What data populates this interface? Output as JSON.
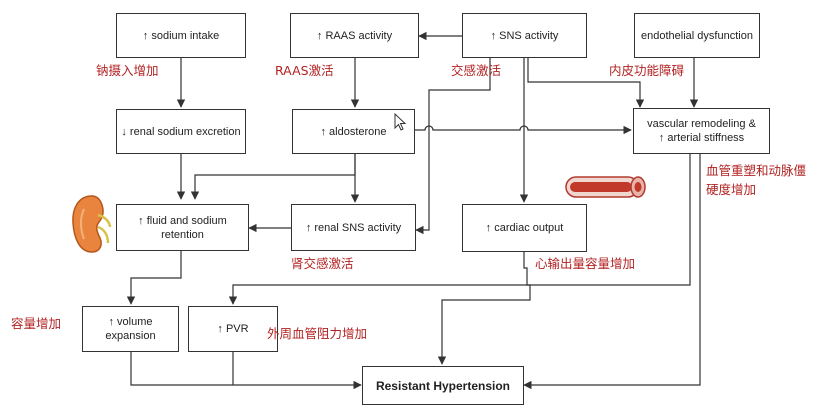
{
  "boxes": {
    "sodium_intake": "↑ sodium intake",
    "raas_activity": "↑ RAAS activity",
    "sns_activity": "↑ SNS activity",
    "endothelial_dysfunction": "endothelial dysfunction",
    "renal_sodium_excretion": "↓ renal sodium excretion",
    "aldosterone": "↑ aldosterone",
    "vascular_remodeling": "vascular remodeling &\n↑ arterial stiffness",
    "fluid_sodium_retention": "↑ fluid and sodium\nretention",
    "renal_sns_activity": "↑ renal SNS activity",
    "cardiac_output": "↑ cardiac output",
    "volume_expansion": "↑ volume\nexpansion",
    "pvr": "↑ PVR",
    "resistant_hypertension": "Resistant Hypertension"
  },
  "notes": {
    "sodium_intake_cn": "钠摄入增加",
    "raas_cn": "RAAS激活",
    "sns_cn": "交感激活",
    "endothelial_cn": "内皮功能障碍",
    "vascular_cn_1": "血管重塑和动脉僵",
    "vascular_cn_2": "硬度增加",
    "renal_sns_cn": "肾交感激活",
    "cardiac_output_cn": "心输出量容量增加",
    "volume_cn": "容量增加",
    "pvr_cn": "外周血管阻力增加"
  },
  "colors": {
    "note_text": "#b22222",
    "box_border": "#333333",
    "line": "#333333",
    "vessel": "#c0392b",
    "kidney": "#e07a3a"
  }
}
